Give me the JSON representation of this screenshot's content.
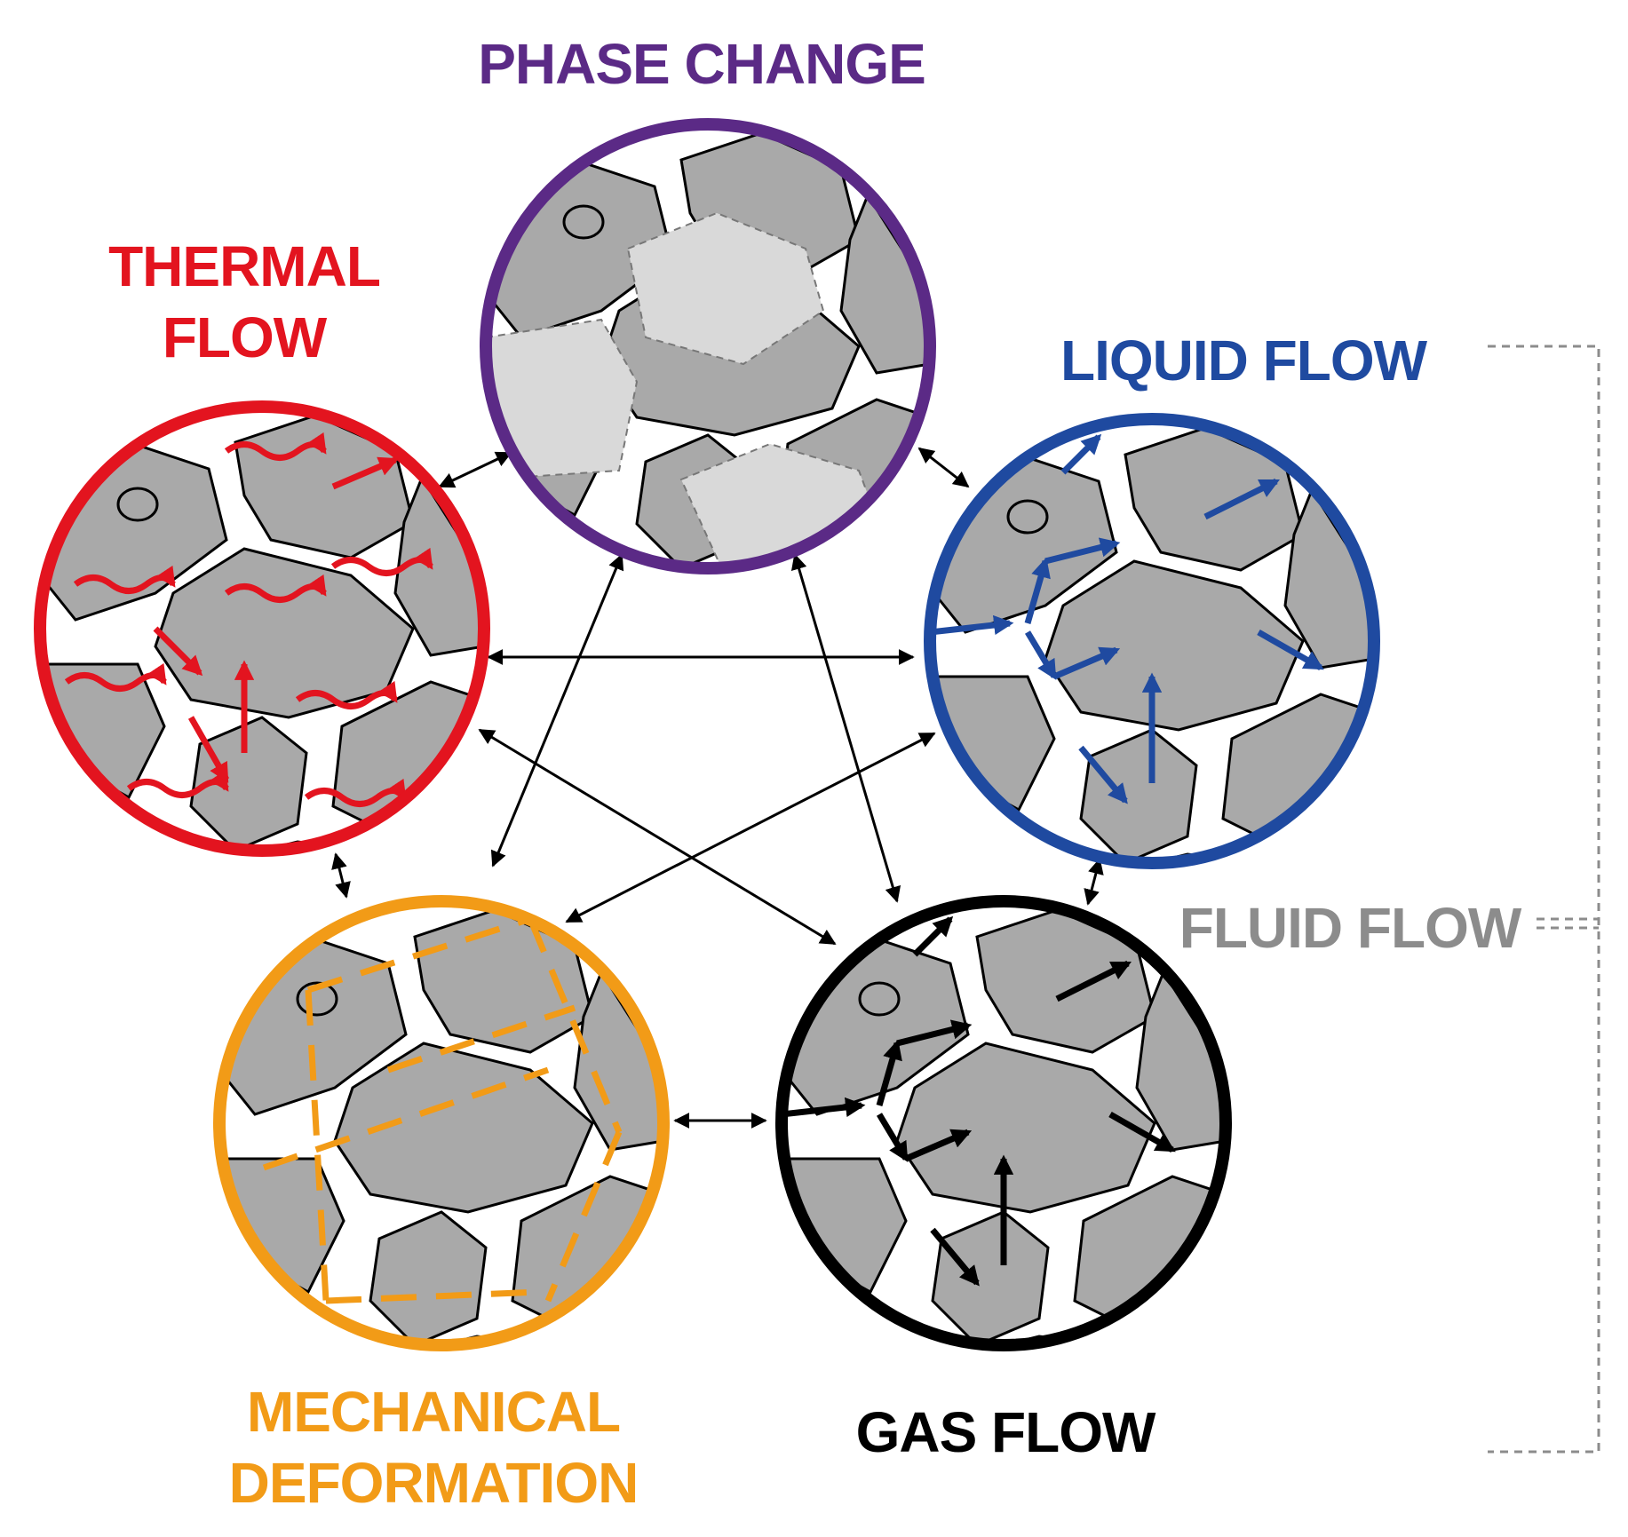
{
  "labels": {
    "phase_change": "PHASE CHANGE",
    "thermal_line1": "THERMAL",
    "thermal_line2": "FLOW",
    "liquid_flow": "LIQUID FLOW",
    "fluid_flow": "FLUID FLOW",
    "mechanical_line1": "MECHANICAL",
    "mechanical_line2": "DEFORMATION",
    "gas_flow": "GAS FLOW"
  },
  "colors": {
    "phase_change": "#5b2a86",
    "thermal": "#e3141f",
    "liquid": "#1f4aa0",
    "mechanical": "#f29b17",
    "gas": "#000000",
    "fluid": "#8c8c8c",
    "grain_fill": "#a9a9a9",
    "grain_light": "#d6d6d6",
    "connector": "#000000"
  },
  "nodes": [
    {
      "id": "phase-change",
      "name": "Phase change"
    },
    {
      "id": "thermal-flow",
      "name": "Thermal flow"
    },
    {
      "id": "liquid-flow",
      "name": "Liquid flow"
    },
    {
      "id": "mechanical-deformation",
      "name": "Mechanical deformation"
    },
    {
      "id": "gas-flow",
      "name": "Gas flow"
    }
  ],
  "edges": [
    [
      "phase-change",
      "thermal-flow"
    ],
    [
      "phase-change",
      "liquid-flow"
    ],
    [
      "phase-change",
      "mechanical-deformation"
    ],
    [
      "phase-change",
      "gas-flow"
    ],
    [
      "thermal-flow",
      "liquid-flow"
    ],
    [
      "thermal-flow",
      "mechanical-deformation"
    ],
    [
      "thermal-flow",
      "gas-flow"
    ],
    [
      "liquid-flow",
      "mechanical-deformation"
    ],
    [
      "liquid-flow",
      "gas-flow"
    ],
    [
      "mechanical-deformation",
      "gas-flow"
    ]
  ]
}
